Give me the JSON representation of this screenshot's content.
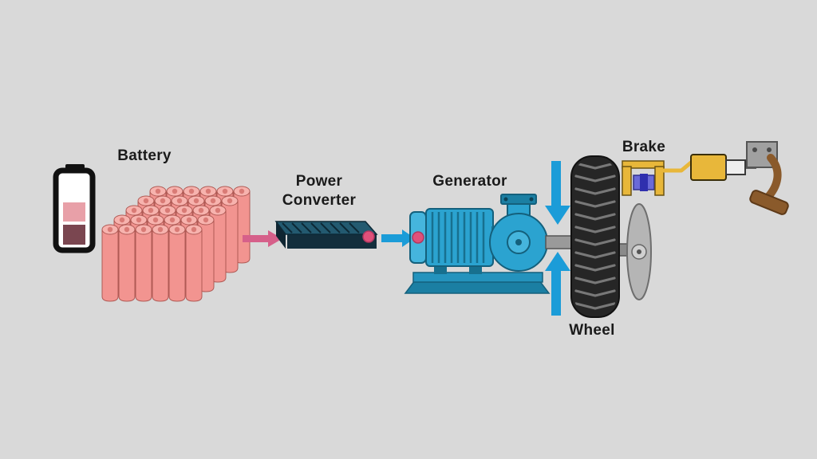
{
  "diagram": {
    "labels": {
      "battery": "Battery",
      "power_converter_line1": "Power",
      "power_converter_line2": "Converter",
      "generator": "Generator",
      "wheel": "Wheel",
      "brake": "Brake"
    },
    "colors": {
      "background": "#d9d9d9",
      "battery_cells": "#f29490",
      "battery_bar_pink": "#e8a0a8",
      "battery_bar_maroon": "#7a4650",
      "converter_top": "#235a70",
      "converter_front": "#132e3c",
      "energy_arrow_pink": "#d6608a",
      "energy_arrow_blue": "#1b9cd8",
      "generator_body": "#2ba3d0",
      "wheel_tire": "#262626",
      "brake_hardware_yellow": "#e8b73a",
      "brake_piston_purple": "#6a6ad8",
      "pedal_brown": "#8a5a2b",
      "label_text": "#1a1a1a"
    }
  }
}
